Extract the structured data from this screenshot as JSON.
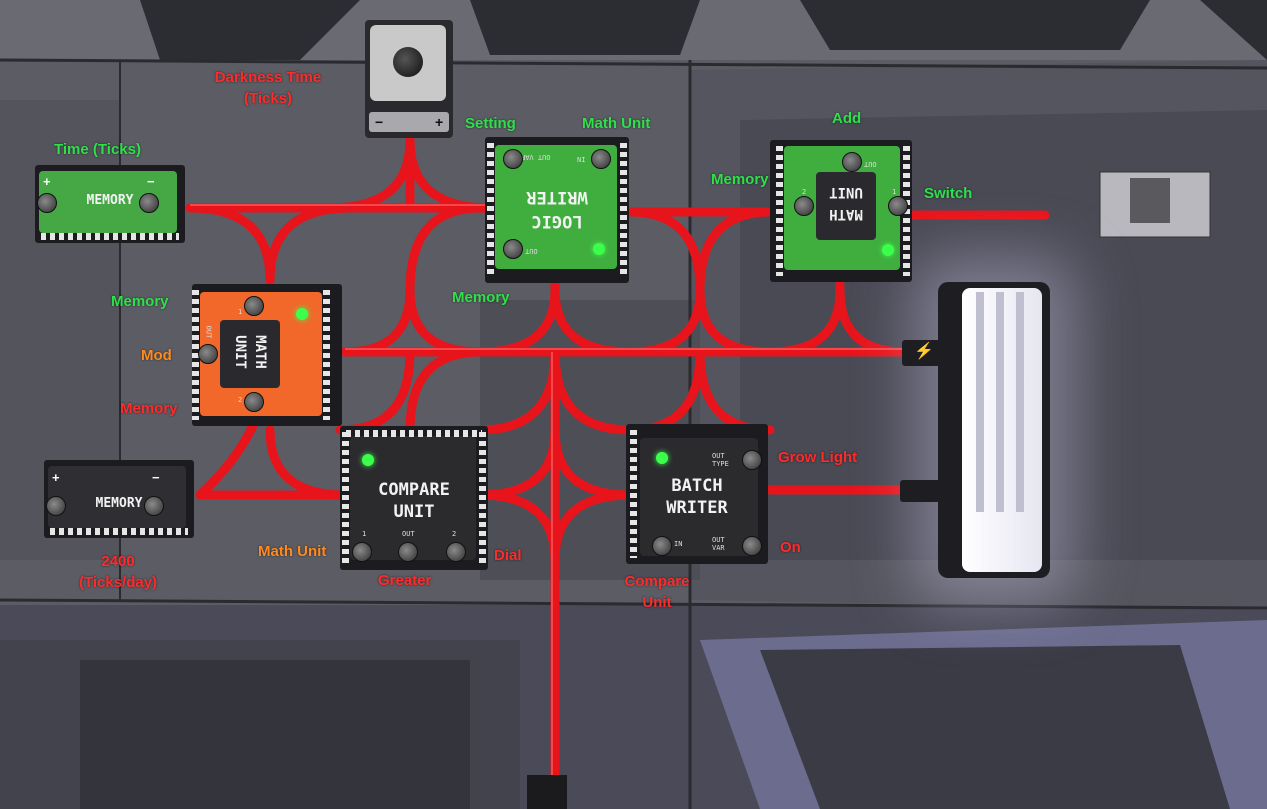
{
  "scene": {
    "title": ""
  },
  "labels": {
    "darkness_time": "Darkness Time",
    "darkness_time_unit": "(Ticks)",
    "setting": "Setting",
    "math_unit_top": "Math Unit",
    "add": "Add",
    "time_ticks": "Time (Ticks)",
    "memory_green_right": "Memory",
    "switch": "Switch",
    "memory_green_left": "Memory",
    "memory_green_mid": "Memory",
    "mod": "Mod",
    "memory_red": "Memory",
    "grow_light": "Grow Light",
    "math_unit_bottom": "Math Unit",
    "dial": "Dial",
    "greater": "Greater",
    "on": "On",
    "compare_unit_line1": "Compare",
    "compare_unit_line2": "Unit",
    "ticks_per_day_value": "2400",
    "ticks_per_day_unit": "(Ticks/day)"
  },
  "devices": {
    "memory_top": {
      "text": "MEMORY",
      "plus": "+",
      "minus": "−"
    },
    "memory_bottom": {
      "text": "MEMORY",
      "plus": "+",
      "minus": "−"
    },
    "logic_writer": {
      "line1": "LOGIC",
      "line2": "WRITER",
      "pin_out_var": "OUT VAR",
      "pin_in": "IN",
      "pin_out": "OUT"
    },
    "math_unit_green": {
      "line1": "MATH",
      "line2": "UNIT",
      "pin_out": "OUT",
      "pin_1": "1",
      "pin_2": "2"
    },
    "math_unit_orange": {
      "line1": "MATH",
      "line2": "UNIT",
      "pin_out": "OUT",
      "pin_1": "1",
      "pin_2": "2"
    },
    "compare_unit": {
      "line1": "COMPARE",
      "line2": "UNIT",
      "pin_1": "1",
      "pin_out": "OUT",
      "pin_2": "2"
    },
    "batch_writer": {
      "line1": "BATCH",
      "line2": "WRITER",
      "pin_out_type": "OUT TYPE",
      "pin_in": "IN",
      "pin_out_var": "OUT VAR"
    },
    "dial": {
      "minus": "−",
      "plus": "+"
    },
    "power_icon": "lightning-icon"
  },
  "colors": {
    "cable": "#e8141b",
    "label_green": "#2ee04a",
    "label_red": "#ff2b2b",
    "label_orange": "#ff8a1e",
    "chip_green": "#3aa53a",
    "chip_orange": "#f2682a",
    "chip_dark": "#2b2b2e"
  }
}
